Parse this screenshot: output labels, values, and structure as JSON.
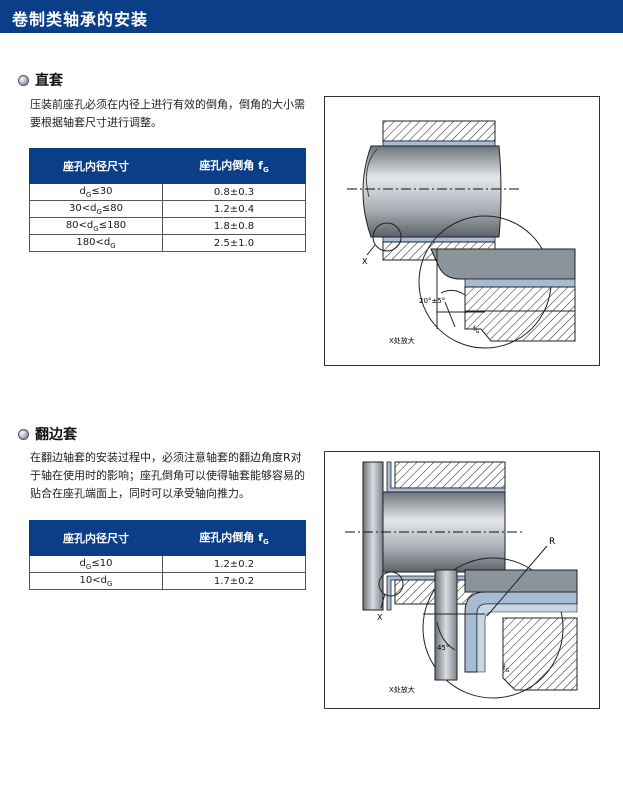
{
  "header": {
    "title": "卷制类轴承的安装"
  },
  "section1": {
    "title": "直套",
    "paragraph_line1": "压装前座孔必须在内径上进行有效的倒角，倒角的大小需",
    "paragraph_line2": "要根据轴套尺寸进行调整。",
    "table": {
      "col1_header": "座孔内径尺寸",
      "col2_header": "座孔内倒角 f",
      "col2_header_sub": "G",
      "rows": [
        {
          "size": "d",
          "size_sub": "G",
          "size_rest": "≤30",
          "chamfer": "0.8±0.3"
        },
        {
          "size": "30<d",
          "size_sub": "G",
          "size_rest": "≤80",
          "chamfer": "1.2±0.4"
        },
        {
          "size": "80<d",
          "size_sub": "G",
          "size_rest": "≤180",
          "chamfer": "1.8±0.8"
        },
        {
          "size": "180<d",
          "size_sub": "G",
          "size_rest": "",
          "chamfer": "2.5±1.0"
        }
      ]
    },
    "figure": {
      "x_label": "X",
      "angle_label": "20°±5°",
      "f_label": "f",
      "f_sub": "G",
      "zoom_caption": "X处放大"
    }
  },
  "section2": {
    "title": "翻边套",
    "paragraph_line1": "在翻边轴套的安装过程中，必须注意轴套的翻边角度R对",
    "paragraph_line2": "于轴在使用时的影响；座孔倒角可以使得轴套能够容易的",
    "paragraph_line3": "贴合在座孔端面上，同时可以承受轴向推力。",
    "table": {
      "col1_header": "座孔内径尺寸",
      "col2_header": "座孔内倒角 f",
      "col2_header_sub": "G",
      "rows": [
        {
          "size": "d",
          "size_sub": "G",
          "size_rest": "≤10",
          "chamfer": "1.2±0.2"
        },
        {
          "size": "10<d",
          "size_sub": "G",
          "size_rest": "",
          "chamfer": "1.7±0.2"
        }
      ]
    },
    "figure": {
      "x_label": "X",
      "r_label": "R",
      "angle_label": "45°",
      "f_label": "f",
      "f_sub": "G",
      "zoom_caption": "X处放大"
    }
  },
  "colors": {
    "brand_blue": "#0a3f88",
    "liner_blue": "#a7bcd4"
  }
}
